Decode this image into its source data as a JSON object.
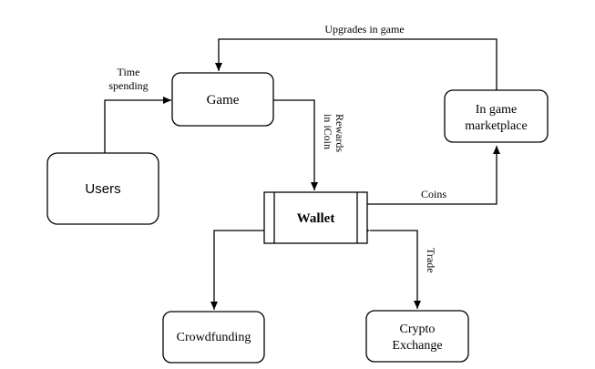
{
  "nodes": {
    "game": "Game",
    "users": "Users",
    "marketplace_line1": "In game",
    "marketplace_line2": "marketplace",
    "wallet": "Wallet",
    "crowdfunding": "Crowdfunding",
    "exchange_line1": "Crypto",
    "exchange_line2": "Exchange"
  },
  "edges": {
    "time_line1": "Time",
    "time_line2": "spending",
    "upgrades": "Upgrades in game",
    "rewards_line1": "Rewards",
    "rewards_line2": "in iCoin",
    "coins": "Coins",
    "trade": "Trade"
  },
  "colors": {
    "stroke": "#000000",
    "fill": "#ffffff"
  }
}
